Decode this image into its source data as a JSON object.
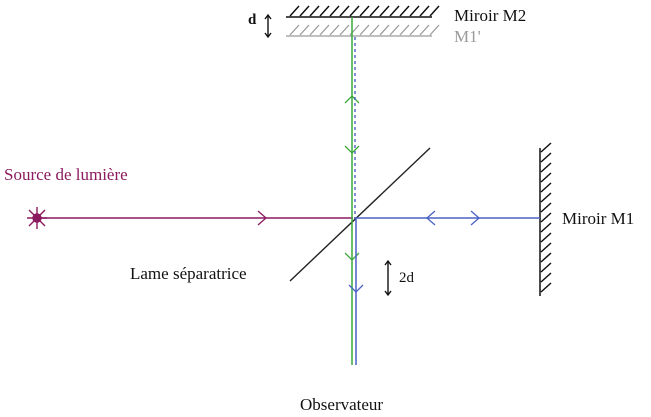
{
  "labels": {
    "mirror_m2": "Miroir M2",
    "mirror_m1_image": "M1'",
    "d": "d",
    "source": "Source de lumière",
    "mirror_m1": "Miroir M1",
    "beam_splitter": "Lame séparatrice",
    "two_d": "2d",
    "observer": "Observateur"
  },
  "colors": {
    "source": "#8b1a5e",
    "green_beam": "#3aa83a",
    "blue_beam": "#4a62c4",
    "mirror_image": "#9a9a9a",
    "mirror": "#111111"
  }
}
